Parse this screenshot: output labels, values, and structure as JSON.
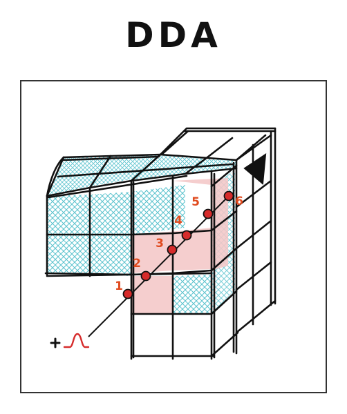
{
  "title": "DDA",
  "colors": {
    "stroke": "#111111",
    "hatch": "#5fc4cf",
    "highlight": "#f3c6c6",
    "point_fill": "#d62b2b",
    "label": "#e04a1e",
    "pulse": "#d62b2b"
  },
  "ray": {
    "steps": [
      "1",
      "2",
      "3",
      "4",
      "5",
      "6"
    ]
  },
  "icons": {
    "source": "plus-pulse-icon",
    "direction": "arrowhead-icon"
  }
}
